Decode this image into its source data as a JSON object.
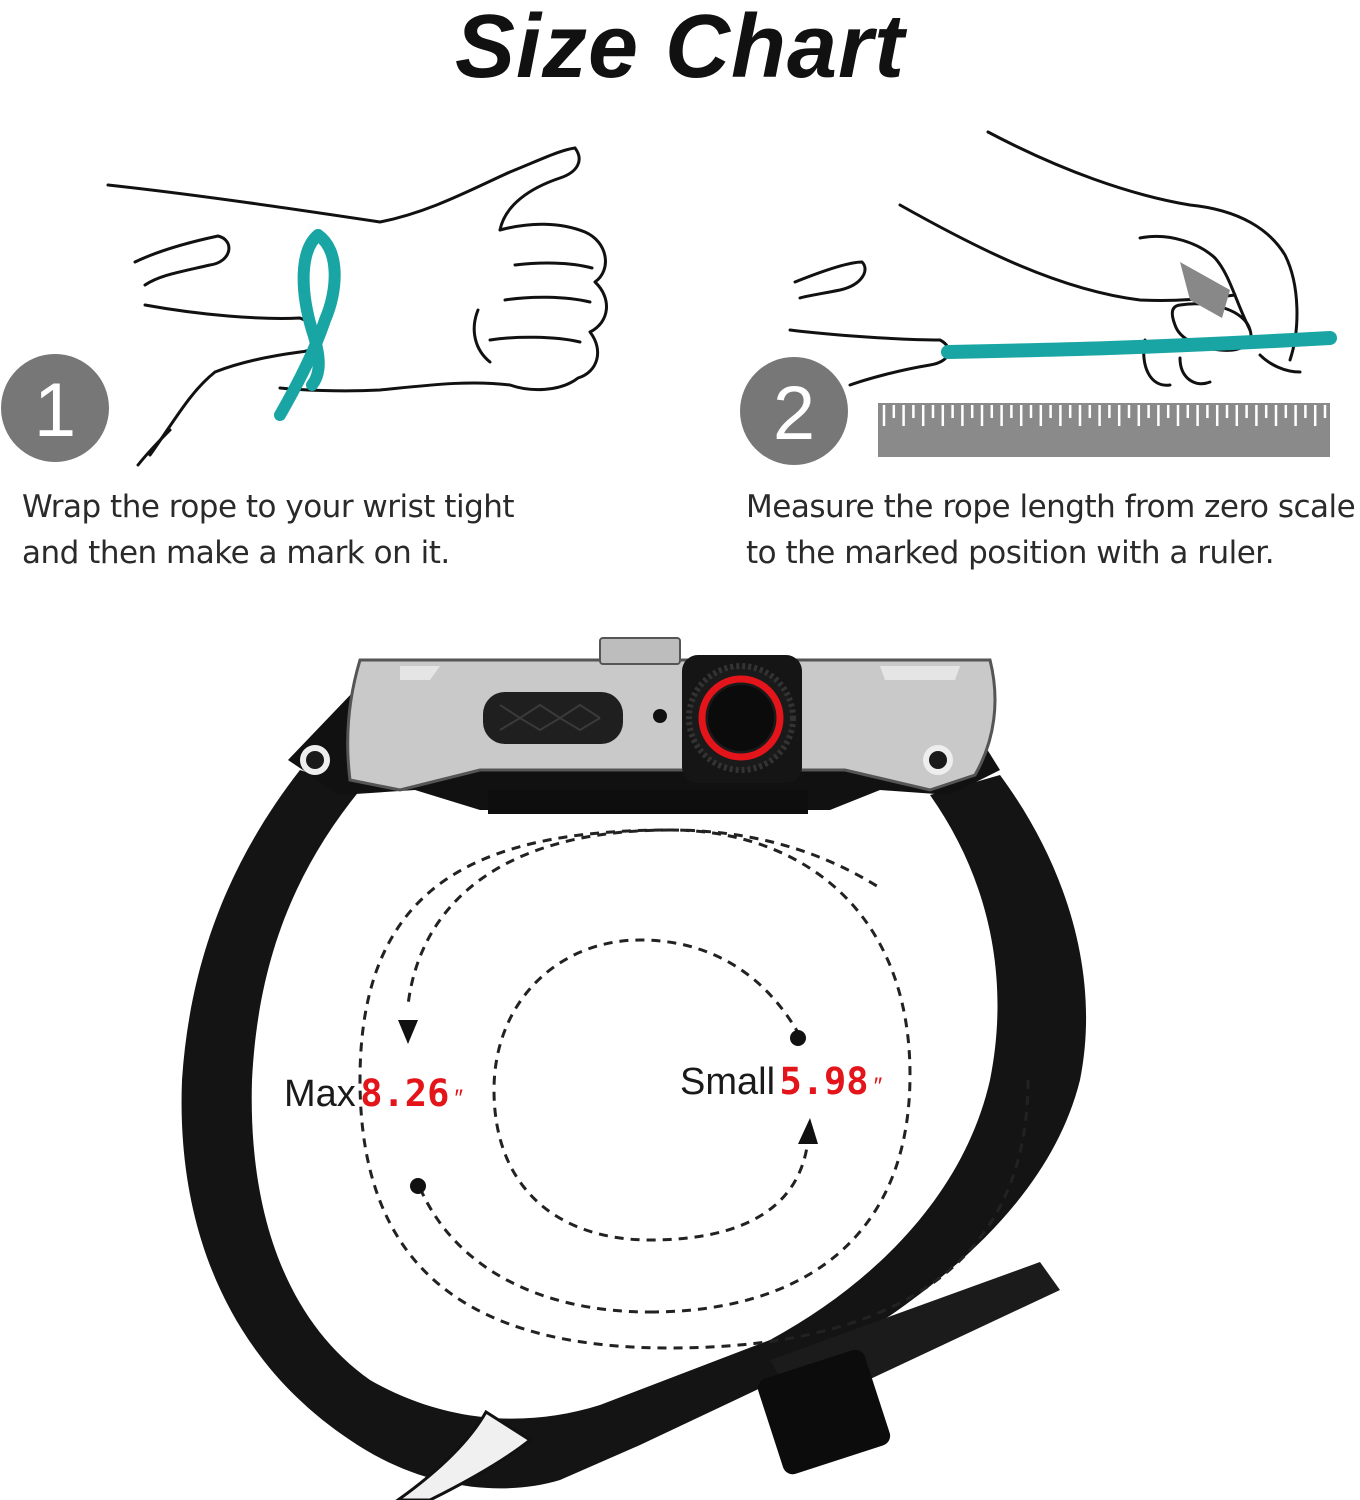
{
  "title": "Size Chart",
  "steps": [
    {
      "number": "1",
      "caption_line1": "Wrap the rope to your wrist tight",
      "caption_line2": "and then make a mark on it."
    },
    {
      "number": "2",
      "caption_line1": "Measure the rope length from zero scale",
      "caption_line2": "to the marked position with a ruler."
    }
  ],
  "band": {
    "max_label": "Max",
    "max_value": "8.26",
    "small_label": "Small",
    "small_value": "5.98",
    "unit": "″"
  },
  "colors": {
    "rope": "#1aa5a5",
    "step_circle": "#777777",
    "ruler": "#8a8a8a",
    "value_red": "#e3151a",
    "band": "#111111",
    "case_silver": "#c9c9c9"
  }
}
